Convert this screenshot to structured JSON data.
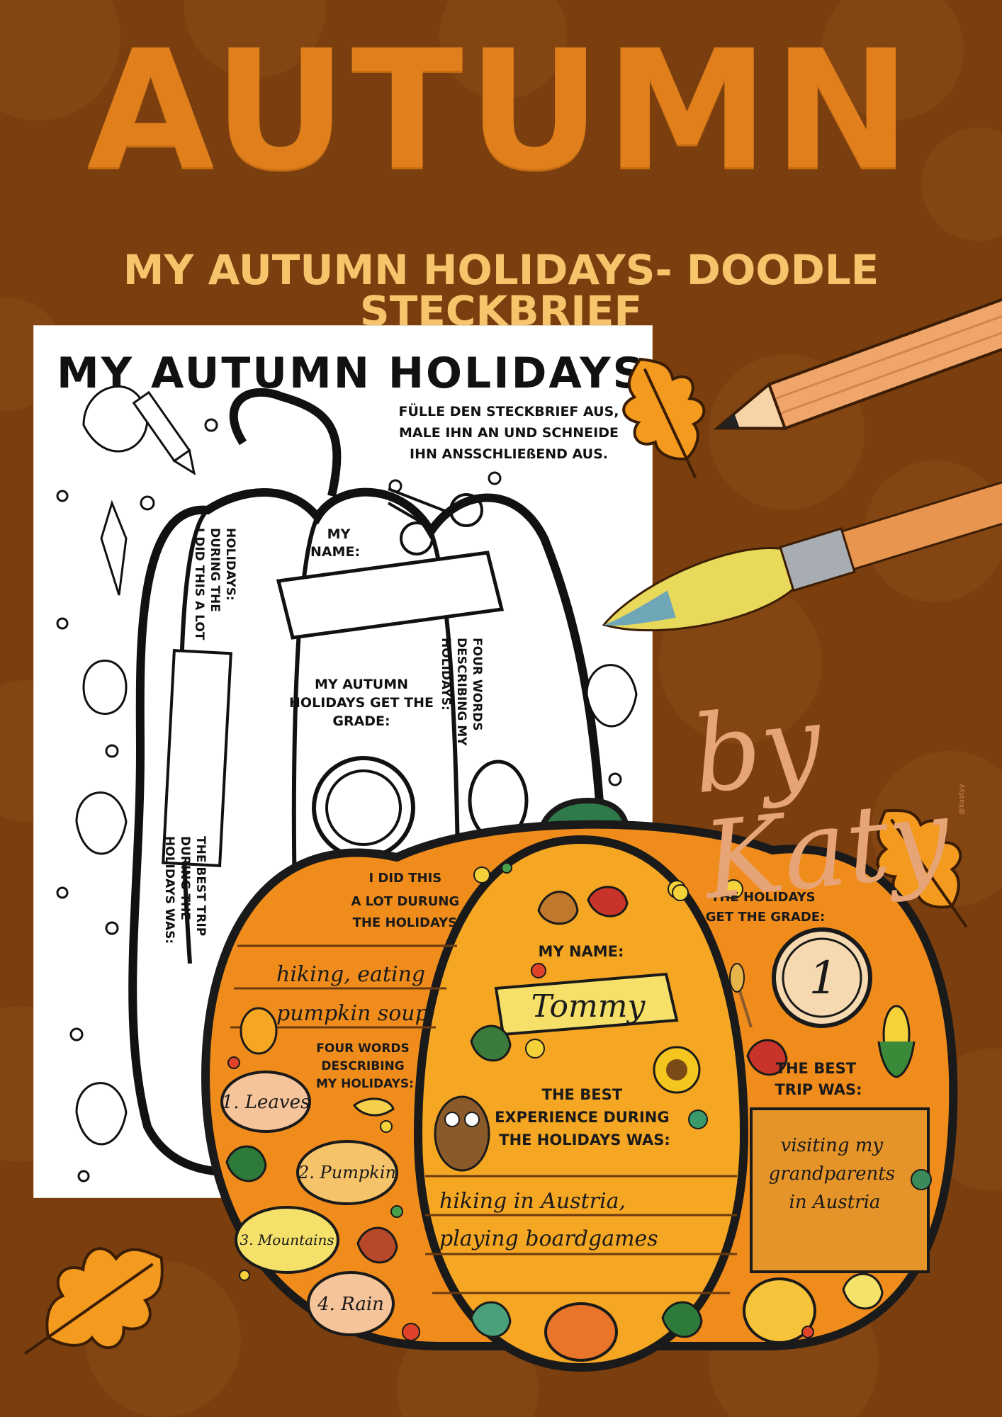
{
  "header": {
    "title": "AUTUMN",
    "subtitle": "MY AUTUMN HOLIDAYS- DOODLE STECKBRIEF"
  },
  "worksheet": {
    "title": "MY AUTUMN HOLIDAYS",
    "instructions": [
      "FÜLLE DEN STECKBRIEF AUS,",
      "MALE IHN AN UND SCHNEIDE",
      "IHN ANSSCHLIEßEND AUS."
    ],
    "left_section": [
      "I DID THIS A LOT",
      "DURING THE",
      "HOLIDAYS:"
    ],
    "name_prompt": [
      "MY",
      "NAME:"
    ],
    "grade_prompt": [
      "MY AUTUMN",
      "HOLIDAYS GET THE",
      "GRADE:"
    ],
    "words_prompt": [
      "FOUR WORDS",
      "DESCRIBING MY",
      "HOLIDAYS:"
    ],
    "trip_prompt": [
      "THE BEST TRIP",
      "DURING THE",
      "HOLIDAYS WAS:"
    ]
  },
  "pumpkin": {
    "left": {
      "did_prompt": [
        "I DID THIS",
        "A LOT DURUNG",
        "THE HOLIDAYS:"
      ],
      "did_answers": [
        "hiking, eating",
        "pumpkin soup"
      ],
      "words_prompt": [
        "FOUR WORDS",
        "DESCRIBING",
        "MY HOLIDAYS:"
      ],
      "words": [
        "1. Leaves",
        "2. Pumpkin",
        "3. Mountains",
        "4. Rain"
      ]
    },
    "center": {
      "name_prompt": "MY NAME:",
      "name": "Tommy",
      "experience_prompt": [
        "THE BEST",
        "EXPERIENCE DURING",
        "THE HOLIDAYS WAS:"
      ],
      "experience_answers": [
        "hiking in Austria,",
        "playing boardgames"
      ]
    },
    "right": {
      "grade_prompt": [
        "THE HOLIDAYS",
        "GET THE GRADE:"
      ],
      "grade": "1",
      "trip_prompt": [
        "THE BEST",
        "TRIP WAS:"
      ],
      "trip_answer": [
        "visiting my",
        "grandparents",
        "in Austria"
      ]
    }
  },
  "signature": "by Katy",
  "credit": "@kaatyy",
  "colors": {
    "background": "#7b3f0f",
    "title": "#e07f1c",
    "subtitle": "#f6c46b",
    "pumpkin": "#f08c1c",
    "leaf": "#f39a1f",
    "signature": "#e7a476"
  },
  "icons": [
    "pencil-icon",
    "paintbrush-icon",
    "oak-leaf-icon",
    "scissors-icon",
    "clock-icon",
    "owl-icon",
    "sunflower-icon",
    "corn-icon",
    "wheat-icon",
    "mini-pumpkin-icon"
  ]
}
